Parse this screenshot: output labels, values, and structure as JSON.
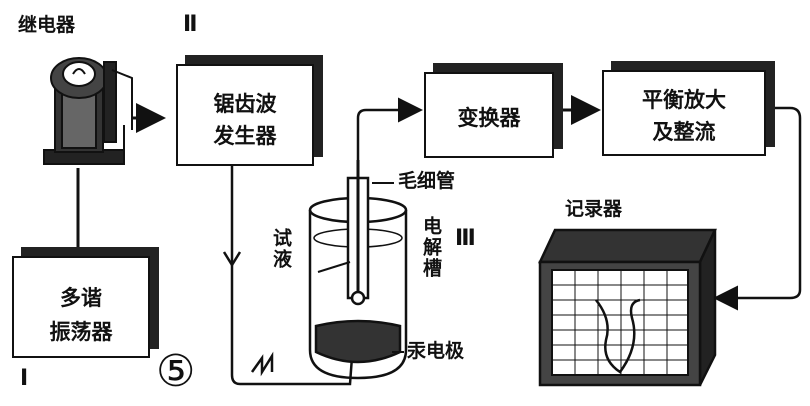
{
  "labels": {
    "relay": "继电器",
    "roman_one": "Ⅰ",
    "roman_two": "Ⅱ",
    "roman_three": "Ⅲ",
    "capillary": "毛细管",
    "test_solution": "试液",
    "cell": "电解槽",
    "mercury_electrode": "汞电极",
    "recorder": "记录器",
    "figure_number": "⑤"
  },
  "boxes": {
    "sawtooth_line1": "锯齿波",
    "sawtooth_line2": "发生器",
    "converter": "变换器",
    "amplifier_line1": "平衡放大",
    "amplifier_line2": "及整流",
    "oscillator_line1": "多谐",
    "oscillator_line2": "振荡器"
  },
  "colors": {
    "ink": "#111111",
    "paper": "#ffffff"
  }
}
